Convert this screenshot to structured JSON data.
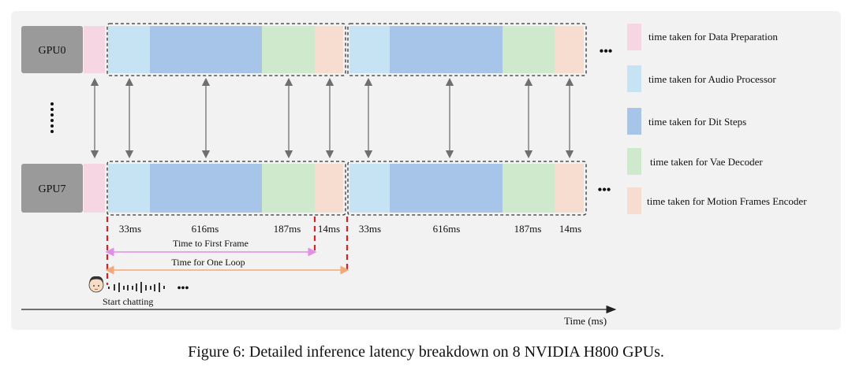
{
  "gpus": [
    {
      "label": "GPU0"
    },
    {
      "label": "GPU7"
    }
  ],
  "vertical_ellipsis": "⋮",
  "horizontal_ellipsis": "•••",
  "durations": {
    "loop1": [
      "33ms",
      "616ms",
      "187ms",
      "14ms"
    ],
    "loop2": [
      "33ms",
      "616ms",
      "187ms",
      "14ms"
    ]
  },
  "annotations": {
    "time_to_first_frame": "Time to First Frame",
    "time_for_one_loop": "Time for One Loop",
    "start_chatting": "Start chatting",
    "time_axis": "Time (ms)"
  },
  "legend": [
    {
      "label": "time taken for Data Preparation",
      "color": "#f6d6e3"
    },
    {
      "label": "time taken for Audio Processor",
      "color": "#c5e3f3"
    },
    {
      "label": "time taken for Dit Steps",
      "color": "#a6c5e8"
    },
    {
      "label": "time taken for Vae Decoder",
      "color": "#cfe9cc"
    },
    {
      "label": "time taken for Motion Frames Encoder",
      "color": "#f7ddd0"
    }
  ],
  "colors": {
    "gpu_box": "#9a9a9a",
    "arrow": "#6f6f6f",
    "ttff_arrow": "#e08ee6",
    "loop_arrow": "#f3a878",
    "red_marker": "#e02020"
  },
  "caption": "Figure 6: Detailed inference latency breakdown on 8 NVIDIA H800 GPUs."
}
